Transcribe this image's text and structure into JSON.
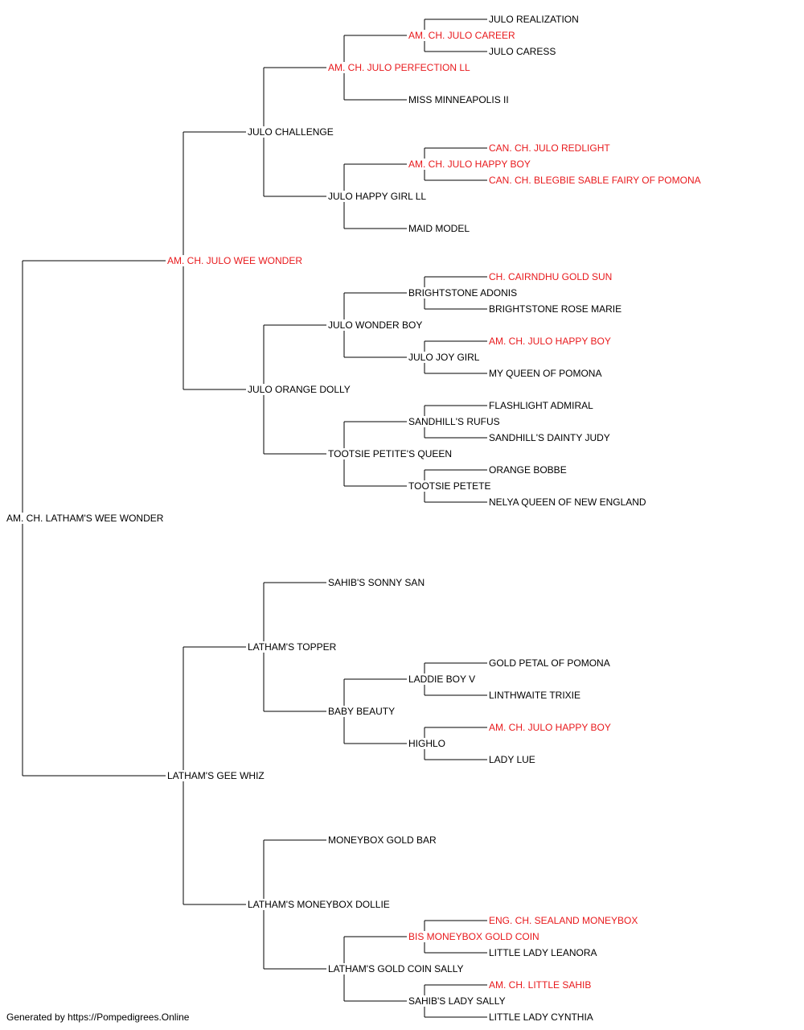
{
  "colors": {
    "champion": "#e8191c",
    "normal": "#000000",
    "line": "#000000"
  },
  "footer": "Generated by https://Pompedigrees.Online",
  "pedigree": {
    "name": "AM. CH. LATHAM'S WEE WONDER",
    "champion": false,
    "sire": {
      "name": "AM. CH. JULO WEE WONDER",
      "champion": true,
      "sire": {
        "name": "JULO CHALLENGE",
        "champion": false,
        "sire": {
          "name": "AM. CH. JULO PERFECTION LL",
          "champion": true,
          "sire": {
            "name": "AM. CH. JULO CAREER",
            "champion": true,
            "sire": {
              "name": "JULO REALIZATION",
              "champion": false
            },
            "dam": {
              "name": "JULO CARESS",
              "champion": false
            }
          },
          "dam": {
            "name": "MISS MINNEAPOLIS II",
            "champion": false
          }
        },
        "dam": {
          "name": "JULO HAPPY GIRL LL",
          "champion": false,
          "sire": {
            "name": "AM. CH. JULO HAPPY BOY",
            "champion": true,
            "sire": {
              "name": "CAN. CH. JULO REDLIGHT",
              "champion": true
            },
            "dam": {
              "name": "CAN. CH. BLEGBIE SABLE FAIRY OF POMONA",
              "champion": true
            }
          },
          "dam": {
            "name": "MAID MODEL",
            "champion": false
          }
        }
      },
      "dam": {
        "name": "JULO ORANGE DOLLY",
        "champion": false,
        "sire": {
          "name": "JULO WONDER BOY",
          "champion": false,
          "sire": {
            "name": "BRIGHTSTONE ADONIS",
            "champion": false,
            "sire": {
              "name": "CH. CAIRNDHU GOLD SUN",
              "champion": true
            },
            "dam": {
              "name": "BRIGHTSTONE ROSE MARIE",
              "champion": false
            }
          },
          "dam": {
            "name": "JULO JOY GIRL",
            "champion": false,
            "sire": {
              "name": "AM. CH. JULO HAPPY BOY",
              "champion": true
            },
            "dam": {
              "name": "MY QUEEN OF POMONA",
              "champion": false
            }
          }
        },
        "dam": {
          "name": "TOOTSIE PETITE'S QUEEN",
          "champion": false,
          "sire": {
            "name": "SANDHILL'S RUFUS",
            "champion": false,
            "sire": {
              "name": "FLASHLIGHT ADMIRAL",
              "champion": false
            },
            "dam": {
              "name": "SANDHILL'S DAINTY JUDY",
              "champion": false
            }
          },
          "dam": {
            "name": "TOOTSIE PETETE",
            "champion": false,
            "sire": {
              "name": "ORANGE BOBBE",
              "champion": false
            },
            "dam": {
              "name": "NELYA QUEEN OF NEW ENGLAND",
              "champion": false
            }
          }
        }
      }
    },
    "dam": {
      "name": "LATHAM'S GEE WHIZ",
      "champion": false,
      "sire": {
        "name": "LATHAM'S TOPPER",
        "champion": false,
        "sire": {
          "name": "SAHIB'S SONNY SAN",
          "champion": false
        },
        "dam": {
          "name": "BABY BEAUTY",
          "champion": false,
          "sire": {
            "name": "LADDIE BOY V",
            "champion": false,
            "sire": {
              "name": "GOLD PETAL OF POMONA",
              "champion": false
            },
            "dam": {
              "name": "LINTHWAITE TRIXIE",
              "champion": false
            }
          },
          "dam": {
            "name": "HIGHLO",
            "champion": false,
            "sire": {
              "name": "AM. CH. JULO HAPPY BOY",
              "champion": true
            },
            "dam": {
              "name": "LADY LUE",
              "champion": false
            }
          }
        }
      },
      "dam": {
        "name": "LATHAM'S MONEYBOX DOLLIE",
        "champion": false,
        "sire": {
          "name": "MONEYBOX GOLD BAR",
          "champion": false
        },
        "dam": {
          "name": "LATHAM'S GOLD COIN SALLY",
          "champion": false,
          "sire": {
            "name": "BIS MONEYBOX GOLD COIN",
            "champion": true,
            "sire": {
              "name": "ENG. CH. SEALAND MONEYBOX",
              "champion": true
            },
            "dam": {
              "name": "LITTLE LADY LEANORA",
              "champion": false
            }
          },
          "dam": {
            "name": "SAHIB'S LADY SALLY",
            "champion": false,
            "sire": {
              "name": "AM. CH. LITTLE SAHIB",
              "champion": true
            },
            "dam": {
              "name": "LITTLE LADY CYNTHIA",
              "champion": false
            }
          }
        }
      }
    }
  }
}
